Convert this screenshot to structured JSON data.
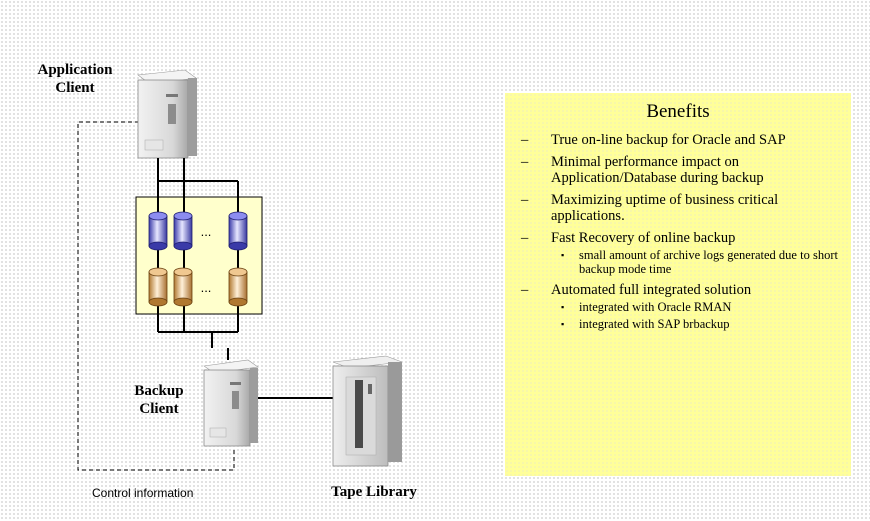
{
  "labels": {
    "application_client": "Application\nClient",
    "backup_client": "Backup\nClient",
    "tape_library": "Tape Library",
    "control_information": "Control information",
    "ellipsis_top": "...",
    "ellipsis_bottom": "..."
  },
  "benefits": {
    "title": "Benefits",
    "items": [
      {
        "text": "True on-line backup for Oracle and SAP",
        "sub": []
      },
      {
        "text": "Minimal performance impact on Application/Database during backup",
        "sub": []
      },
      {
        "text": "Maximizing uptime of business critical applications.",
        "sub": []
      },
      {
        "text": "Fast Recovery of online backup",
        "sub": [
          "small amount of archive logs generated due to short backup mode time"
        ]
      },
      {
        "text": "Automated full integrated solution",
        "sub": [
          "integrated with Oracle RMAN",
          "integrated with SAP brbackup"
        ]
      }
    ]
  },
  "colors": {
    "benefits_box": "#ffff99",
    "storage_box": "#ffffcc",
    "disk_blue": "#6a6ad8",
    "disk_tan": "#d8a868"
  }
}
